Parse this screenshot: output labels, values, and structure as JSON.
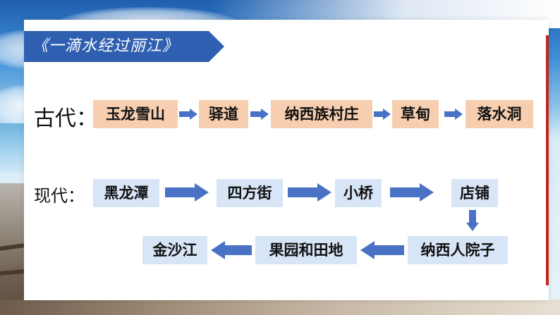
{
  "slide": {
    "title": "《一滴水经过丽江》"
  },
  "ancient": {
    "label": "古代：",
    "stops": [
      "玉龙雪山",
      "驿道",
      "纳西族村庄",
      "草甸",
      "落水洞"
    ]
  },
  "modern": {
    "label": "现代：",
    "row1": [
      "黑龙潭",
      "四方街",
      "小桥",
      "店铺"
    ],
    "row2": [
      "纳西人院子",
      "果园和田地",
      "金沙江"
    ]
  },
  "colors": {
    "banner": "#2f5fb0",
    "ancient_box": "#f7cfb0",
    "modern_box": "#d7e5f6",
    "arrow": "#4a72c4",
    "accent_bar": "#c0281f"
  }
}
